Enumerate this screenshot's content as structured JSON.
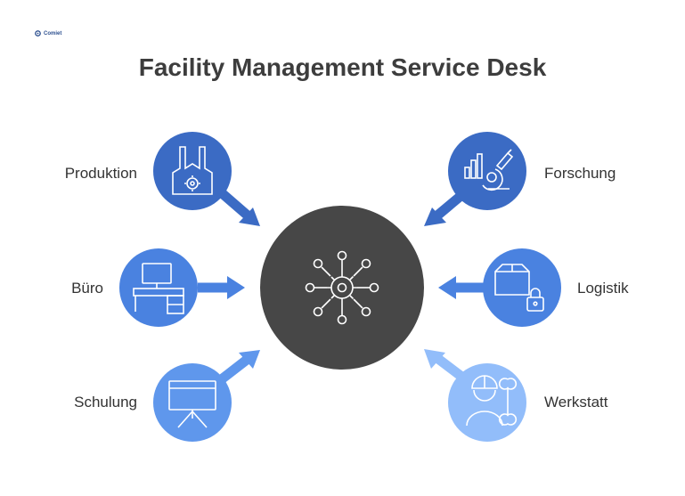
{
  "logo": {
    "text": "Comiet",
    "icon": "gear-sparkle-logo-icon"
  },
  "title": "Facility Management Service Desk",
  "center": {
    "icon": "network-gear-icon",
    "color": "#474747"
  },
  "nodes": [
    {
      "label": "Produktion",
      "icon": "factory-gear-icon",
      "color": "#3b6bc4"
    },
    {
      "label": "Büro",
      "icon": "office-desk-icon",
      "color": "#4a82e0"
    },
    {
      "label": "Schulung",
      "icon": "presentation-board-icon",
      "color": "#5f97ec"
    },
    {
      "label": "Forschung",
      "icon": "microscope-chart-icon",
      "color": "#3b6bc4"
    },
    {
      "label": "Logistik",
      "icon": "package-lock-icon",
      "color": "#4a82e0"
    },
    {
      "label": "Werkstatt",
      "icon": "worker-wrench-icon",
      "color": "#92bdfa"
    }
  ]
}
